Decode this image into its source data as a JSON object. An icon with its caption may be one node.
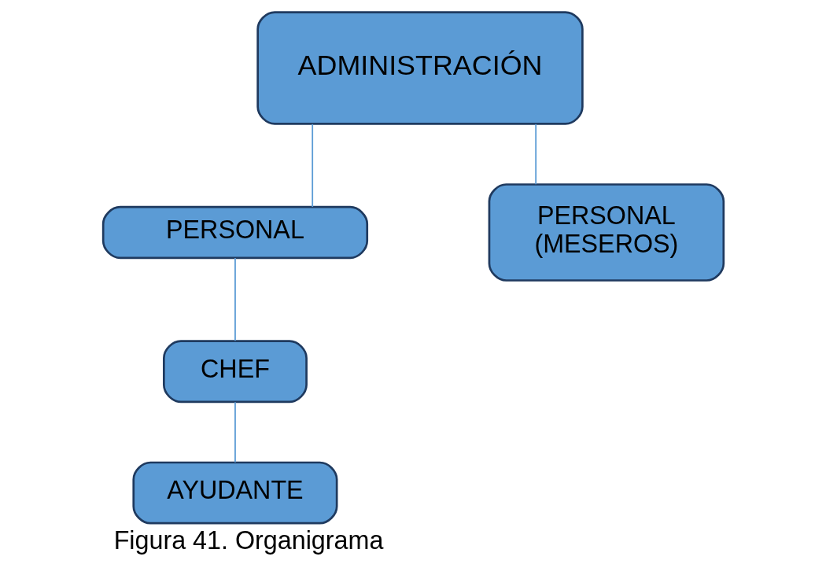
{
  "diagram": {
    "caption": "Figura 41. Organigrama",
    "nodes": [
      {
        "text": [
          "ADMINISTRACIÓN"
        ]
      },
      {
        "text": [
          "PERSONAL"
        ]
      },
      {
        "text": [
          "CHEF"
        ]
      },
      {
        "text": [
          "AYUDANTE"
        ]
      },
      {
        "text": [
          "PERSONAL",
          "(MESEROS)"
        ]
      }
    ],
    "edges": [
      {
        "from": 0,
        "to": 1,
        "arrow": "none"
      },
      {
        "from": 1,
        "to": 2,
        "arrow": "none"
      },
      {
        "from": 2,
        "to": 3,
        "arrow": "none"
      },
      {
        "from": 0,
        "to": 4,
        "arrow": "none"
      }
    ]
  }
}
